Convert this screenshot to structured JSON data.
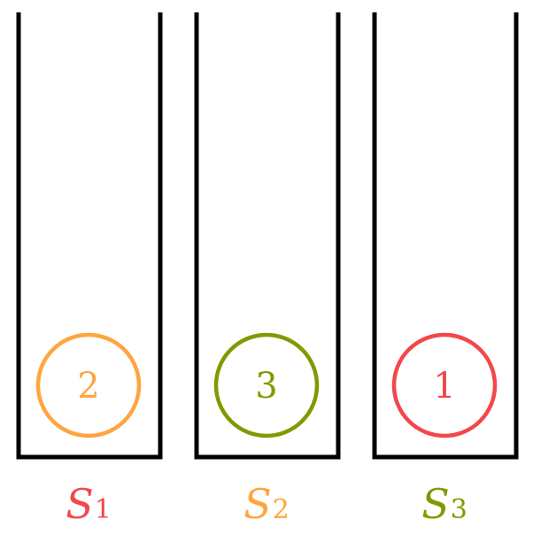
{
  "stacks": [
    {
      "name": "S",
      "subscript": "1",
      "name_color": "#f2484b",
      "disks": [
        {
          "label": "2",
          "color": "#ffa53f"
        }
      ]
    },
    {
      "name": "S",
      "subscript": "2",
      "name_color": "#ffa53f",
      "disks": [
        {
          "label": "3",
          "color": "#809a00"
        }
      ]
    },
    {
      "name": "S",
      "subscript": "3",
      "name_color": "#809a00",
      "disks": [
        {
          "label": "1",
          "color": "#f2484b"
        }
      ]
    }
  ]
}
